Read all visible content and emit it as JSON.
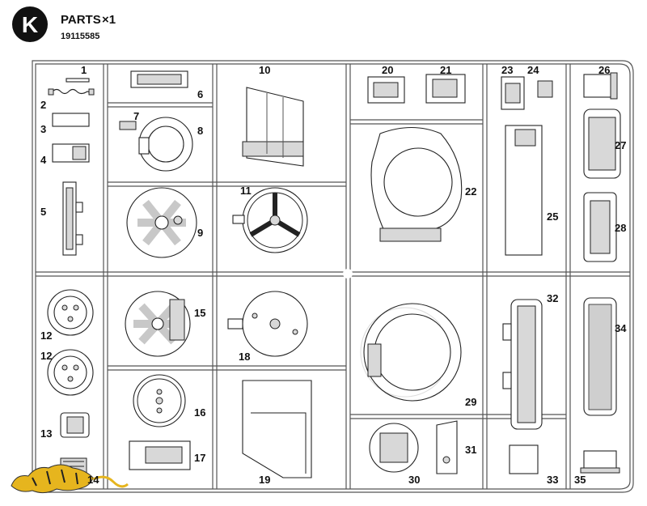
{
  "header": {
    "letter": "K",
    "title": "PARTS",
    "quantity": "×1",
    "code": "19115585"
  },
  "parts": [
    "1",
    "2",
    "3",
    "4",
    "5",
    "6",
    "7",
    "8",
    "9",
    "10",
    "11",
    "12",
    "12",
    "13",
    "14",
    "15",
    "16",
    "17",
    "18",
    "19",
    "20",
    "21",
    "22",
    "23",
    "24",
    "25",
    "26",
    "27",
    "28",
    "29",
    "30",
    "31",
    "32",
    "33",
    "34",
    "35"
  ],
  "colors": {
    "ink": "#111111",
    "frame": "#555555",
    "logo": "#e6b51e"
  },
  "logo_icon": "tiger-icon"
}
